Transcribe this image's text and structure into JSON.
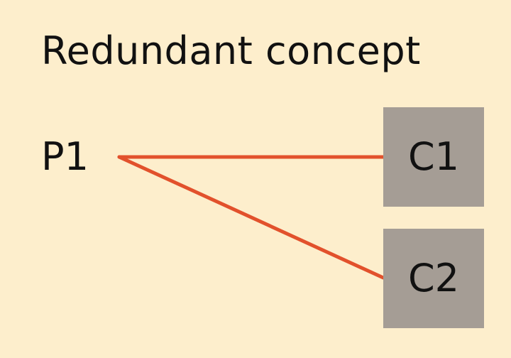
{
  "diagram": {
    "title": "Redundant concept",
    "parent": {
      "label": "P1"
    },
    "children": [
      {
        "label": "C1"
      },
      {
        "label": "C2"
      }
    ],
    "edges": [
      {
        "from": "P1",
        "to": "C1"
      },
      {
        "from": "P1",
        "to": "C2"
      }
    ],
    "colors": {
      "background": "#fdeecc",
      "edge": "#e2512c",
      "child_box": "#a59d95",
      "text": "#111111"
    }
  }
}
